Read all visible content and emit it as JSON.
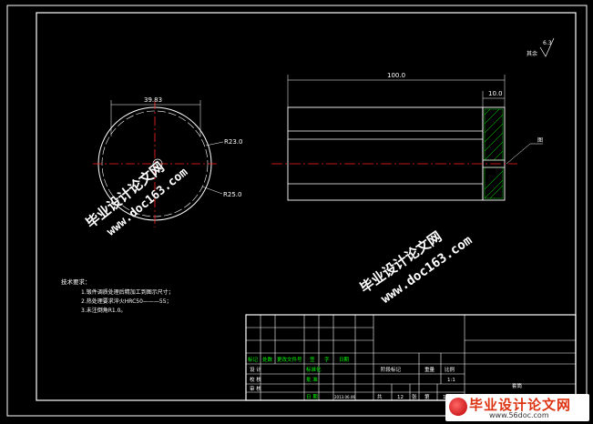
{
  "drawing": {
    "dimensions": {
      "width_top": "39.83",
      "radius_inner": "R23.0",
      "radius_outer": "R25.0",
      "length_total": "100.0",
      "length_flange": "10.0"
    },
    "roughness": {
      "label": "其余",
      "value": "6.3"
    },
    "callout": "图",
    "notes": {
      "title": "技术要求：",
      "items": [
        "1.锻件调质处理后精加工到图示尺寸；",
        "2.热处理要求淬火HRC50———55；",
        "3.未注倒角R1.0。"
      ]
    }
  },
  "title_block": {
    "row_a": [
      "标记",
      "处数",
      "更改文件号",
      "签",
      "字",
      "日期"
    ],
    "design": "设 计",
    "check": "校 核",
    "review": "审 核",
    "std": "标准化",
    "approve": "批 准",
    "date_label": "日 期",
    "date_value": "2013.06.06",
    "stage_mark": "阶段标记",
    "weight": "重量",
    "scale": "比例",
    "scale_value": "1:1",
    "total": "共",
    "sheets_total": "12",
    "sheet": "张",
    "page": "第",
    "sheet_num": "10",
    "zhang": "张",
    "part_name": "套筒"
  },
  "watermarks": {
    "cn": "毕业设计论文网",
    "url": "www.doc163.com"
  },
  "logo": {
    "cn": "毕业设计论文网",
    "url": "www.56doc.com"
  }
}
